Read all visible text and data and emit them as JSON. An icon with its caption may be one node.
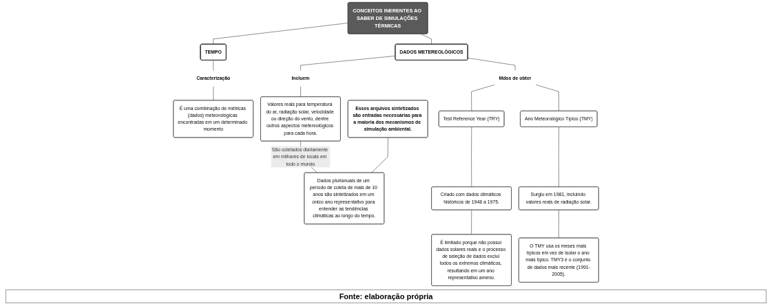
{
  "diagram": {
    "caption": "Fonte: elaboração própria",
    "nodes": [
      {
        "text": [
          "CONCEITOS INERENTES AO SABER DE SIMULAÇÕES TÉRMICAS"
        ]
      },
      {
        "text": [
          "TEMPO"
        ]
      },
      {
        "text": [
          "Caracterização"
        ]
      },
      {
        "text": [
          "É uma combinação de métricas (dados) meteorológicas encontradas em um determinado momento"
        ]
      },
      {
        "text": [
          "DADOS METEREOLÓGICOS"
        ]
      },
      {
        "text": [
          "Incluem"
        ]
      },
      {
        "text": [
          "Mdos de obter"
        ]
      },
      {
        "text": [
          "Valores reais para temperatura do ar, radiação solar, velocidade ou direção do vento, dentre outros aspectos metereológicos para cada hora."
        ]
      },
      {
        "text": [
          "Dados plurianuais de um período de coleta de mais de 10 anos são sintetizados em um único ano representativo para entender as tendências climáticas ao longo do tempo."
        ]
      },
      {
        "text": [
          "Esses arquivos sintetizados são entradas necessárias para a maioria dos mecanismos de simulação ambiental."
        ]
      },
      {
        "text": [
          "Test Reference Year (TRY)"
        ]
      },
      {
        "text": [
          "Ano Meteorológico Típico (TMY)"
        ]
      },
      {
        "text": [
          "Criado com dados climáticos históricos de 1948 a 1975."
        ]
      },
      {
        "text": [
          "É limitado porque não possui dados solares reais e o processo de seleção de dados exclui todos os extremos climáticos, resultando em um ano representativo ameno."
        ]
      },
      {
        "text": [
          "Surgiu em 1981, incluindo valores reais de radiação solar."
        ]
      },
      {
        "text": [
          "O TMY usa os meses mais típicos em vez de isolar o ano mais típico. TMY3 é o conjunto de dados mais recente (1991-2005)."
        ]
      }
    ],
    "edges": [
      {
        "from": 0,
        "to": 1,
        "arrow": "none"
      },
      {
        "from": 0,
        "to": 4,
        "arrow": "none"
      },
      {
        "from": 1,
        "to": 2,
        "arrow": "none"
      },
      {
        "from": 2,
        "to": 3,
        "arrow": "none"
      },
      {
        "from": 4,
        "to": 5,
        "arrow": "none"
      },
      {
        "from": 4,
        "to": 6,
        "arrow": "none"
      },
      {
        "from": 5,
        "to": 7,
        "arrow": "none"
      },
      {
        "from": 7,
        "to": 8,
        "arrow": "none",
        "label": "São coletados diariamente em milhares de locais em todo o mundo"
      },
      {
        "from": 9,
        "to": 8,
        "arrow": "none"
      },
      {
        "from": 6,
        "to": 10,
        "arrow": "none"
      },
      {
        "from": 6,
        "to": 11,
        "arrow": "none"
      },
      {
        "from": 10,
        "to": 12,
        "arrow": "none"
      },
      {
        "from": 12,
        "to": 13,
        "arrow": "none"
      },
      {
        "from": 11,
        "to": 14,
        "arrow": "none"
      },
      {
        "from": 14,
        "to": 15,
        "arrow": "none"
      }
    ]
  }
}
